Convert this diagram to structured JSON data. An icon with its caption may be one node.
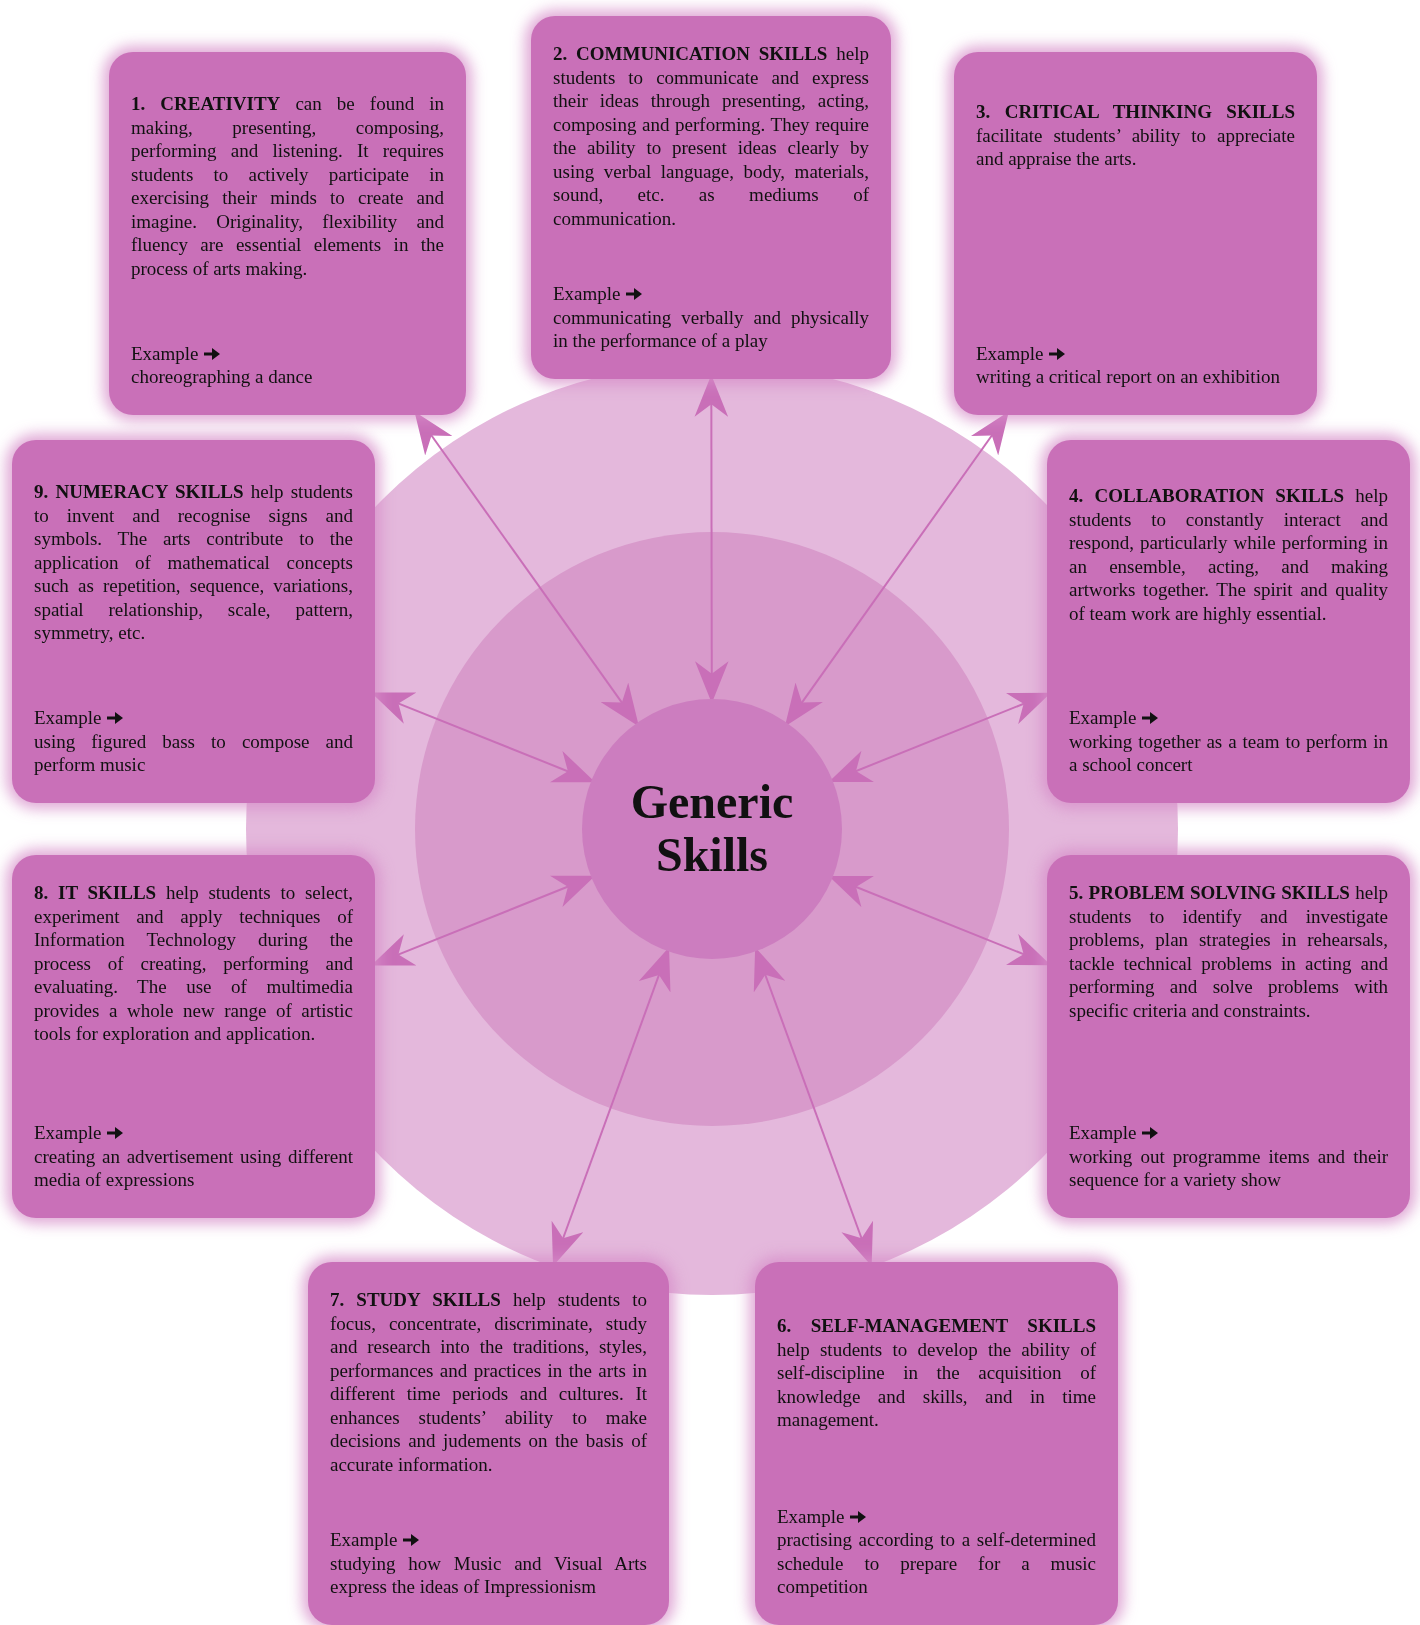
{
  "diagram": {
    "nodes": [
      {
        "text": [
          "**1. CREATIVITY** can be found in making, presenting, composing, performing and listening. It requires students to actively participate in exercising their minds to create and imagine. Originality, flexibility and fluency are essential elements in the process of arts making.",
          "Example",
          "choreographing a dance"
        ]
      },
      {
        "text": [
          "**2. COMMUNICATION SKILLS** help students to communicate and express their ideas through presenting, acting, composing and performing. They require the ability to present ideas clearly by using verbal language, body, materials, sound, etc. as mediums of communication.",
          "Example",
          "communicating verbally and physically in the performance of a play"
        ]
      },
      {
        "text": [
          "**3. CRITICAL THINKING SKILLS** facilitate students’ ability to appreciate and appraise the arts.",
          "Example",
          "writing a critical report on an exhibition"
        ]
      },
      {
        "text": [
          "**4. COLLABORATION SKILLS** help students to constantly interact and respond, particularly while performing in an ensemble, acting, and making artworks together. The spirit and quality of team work are highly essential.",
          "Example",
          "working together as a team to perform in a school concert"
        ]
      },
      {
        "text": [
          "**5. PROBLEM SOLVING SKILLS** help students to identify and investigate problems, plan strategies in rehearsals, tackle technical problems in acting and performing and solve problems with specific criteria and constraints.",
          "Example",
          "working out programme items and their sequence for a variety show"
        ]
      },
      {
        "text": [
          "**6. SELF-MANAGEMENT SKILLS** help students to develop the ability of self-discipline in the acquisition of knowledge and skills, and in time management.",
          "Example",
          "practising according to a self-determined schedule to prepare for a music competition"
        ]
      },
      {
        "text": [
          "**7. STUDY SKILLS** help students to focus, concentrate, discriminate, study and research into the traditions, styles, performances and practices in the arts in different time periods and cultures. It enhances students’ ability to make decisions and judements on the basis of accurate information.",
          "Example",
          "studying how Music and Visual Arts express the ideas of Impressionism"
        ]
      },
      {
        "text": [
          "**8. IT SKILLS** help students to select, experiment and apply techniques of Information Technology during the process of creating, performing and evaluating. The use of multimedia provides a whole new range of artistic tools for exploration and application.",
          "Example",
          "creating an advertisement using different media of expressions"
        ]
      },
      {
        "text": [
          "**9. NUMERACY SKILLS** help students to invent and recognise signs and symbols. The arts contribute to the application of mathematical concepts such as repetition, sequence, variations, spatial relationship, scale, pattern, symmetry, etc.",
          "Example",
          "using figured bass to compose and perform music"
        ]
      },
      {
        "text": [
          "Generic Skills"
        ]
      }
    ],
    "edges": [
      {
        "from": 9,
        "to": 0,
        "arrow": "both"
      },
      {
        "from": 9,
        "to": 1,
        "arrow": "both"
      },
      {
        "from": 9,
        "to": 2,
        "arrow": "both"
      },
      {
        "from": 9,
        "to": 3,
        "arrow": "both"
      },
      {
        "from": 9,
        "to": 4,
        "arrow": "both"
      },
      {
        "from": 9,
        "to": 5,
        "arrow": "both"
      },
      {
        "from": 9,
        "to": 6,
        "arrow": "both"
      },
      {
        "from": 9,
        "to": 7,
        "arrow": "both"
      },
      {
        "from": 9,
        "to": 8,
        "arrow": "both"
      }
    ]
  }
}
